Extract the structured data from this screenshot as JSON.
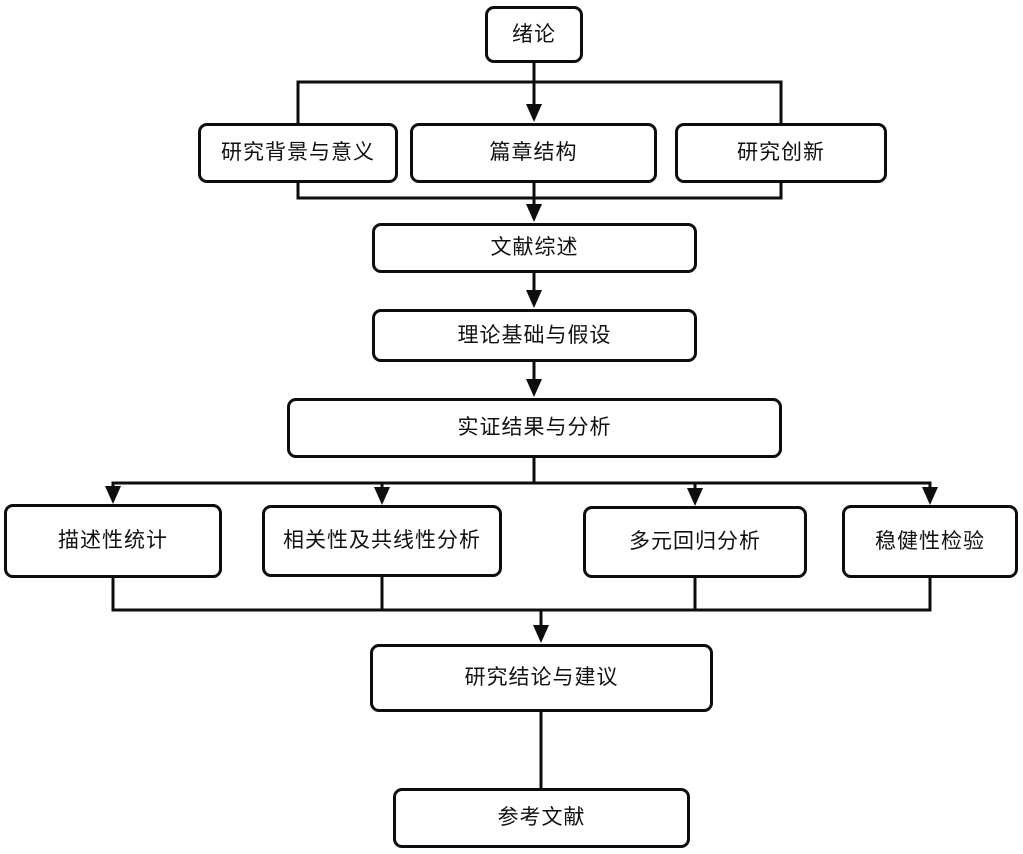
{
  "diagram": {
    "type": "flowchart",
    "background_color": "#ffffff",
    "line_color": "#0d0d0d",
    "box_fill_color": "#ffffff",
    "box_border_color": "#0d0d0d",
    "nodes": {
      "intro": {
        "label": "绪论"
      },
      "background": {
        "label": "研究背景与意义"
      },
      "structure": {
        "label": "篇章结构"
      },
      "innovation": {
        "label": "研究创新"
      },
      "literature": {
        "label": "文献综述"
      },
      "theory": {
        "label": "理论基础与假设"
      },
      "empirical": {
        "label": "实证结果与分析"
      },
      "descriptive": {
        "label": "描述性统计"
      },
      "correlation": {
        "label": "相关性及共线性分析"
      },
      "regression": {
        "label": "多元回归分析"
      },
      "robustness": {
        "label": "稳健性检验"
      },
      "conclusion": {
        "label": "研究结论与建议"
      },
      "references": {
        "label": "参考文献"
      }
    },
    "edges": [
      {
        "from": "intro",
        "to": "background",
        "arrowhead": false
      },
      {
        "from": "intro",
        "to": "structure",
        "arrowhead": true
      },
      {
        "from": "intro",
        "to": "innovation",
        "arrowhead": false
      },
      {
        "from": "background",
        "to": "literature",
        "arrowhead": true
      },
      {
        "from": "structure",
        "to": "literature",
        "arrowhead": true
      },
      {
        "from": "innovation",
        "to": "literature",
        "arrowhead": true
      },
      {
        "from": "literature",
        "to": "theory",
        "arrowhead": true
      },
      {
        "from": "theory",
        "to": "empirical",
        "arrowhead": true
      },
      {
        "from": "empirical",
        "to": "descriptive",
        "arrowhead": true
      },
      {
        "from": "empirical",
        "to": "correlation",
        "arrowhead": true
      },
      {
        "from": "empirical",
        "to": "regression",
        "arrowhead": true
      },
      {
        "from": "empirical",
        "to": "robustness",
        "arrowhead": true
      },
      {
        "from": "descriptive",
        "to": "conclusion",
        "arrowhead": true
      },
      {
        "from": "correlation",
        "to": "conclusion",
        "arrowhead": true
      },
      {
        "from": "regression",
        "to": "conclusion",
        "arrowhead": true
      },
      {
        "from": "robustness",
        "to": "conclusion",
        "arrowhead": true
      },
      {
        "from": "conclusion",
        "to": "references",
        "arrowhead": false
      }
    ]
  }
}
